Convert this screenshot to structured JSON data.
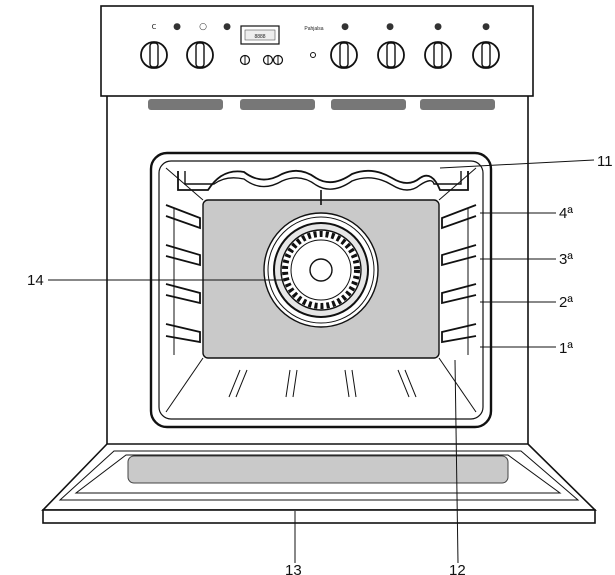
{
  "control_panel": {
    "brand": "Pahjalsa",
    "display": "8888",
    "knob_marks": [
      "c",
      "●",
      "○",
      "●",
      "●",
      "●",
      "●",
      "●"
    ]
  },
  "callouts": {
    "oven_light": "11",
    "shelf_4": "4ª",
    "shelf_3": "3ª",
    "shelf_2": "2ª",
    "shelf_1": "1ª",
    "fan": "14",
    "door": "13",
    "shelf_support": "12"
  }
}
